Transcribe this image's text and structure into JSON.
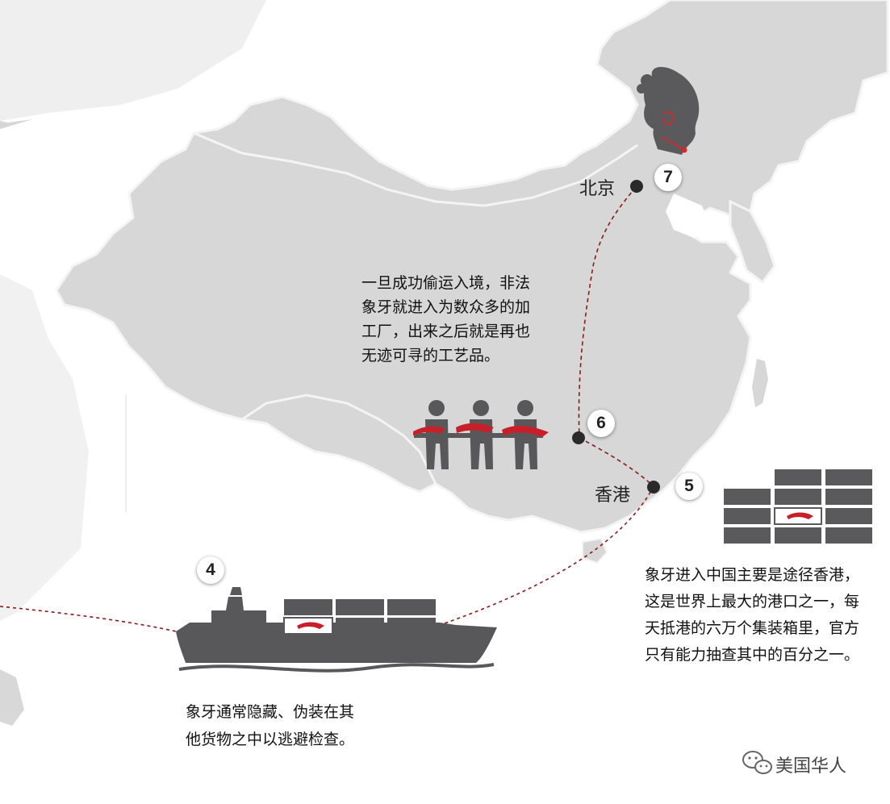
{
  "cities": {
    "beijing": "北京",
    "hongkong": "香港"
  },
  "badges": {
    "s4": "4",
    "s5": "5",
    "s6": "6",
    "s7": "7"
  },
  "captions": {
    "processing": [
      "一旦成功偷运入境，非法",
      "象牙就进入为数众多的加",
      "工厂，出来之后就是再也",
      "无迹可寻的工艺品。"
    ],
    "hongkong": [
      "象牙进入中国主要是途径香港，",
      "这是世界上最大的港口之一，每",
      "天抵港的六万个集装箱里，官方",
      "只有能力抽查其中的百分之一。"
    ],
    "ship": [
      "象牙通常隐藏、伪装在其",
      "他货物之中以逃避检查。"
    ]
  },
  "watermark": "美国华人",
  "colors": {
    "land": "#d7d7d8",
    "land_edge": "#f2f2f2",
    "water": "#ffffff",
    "dark": "#58585a",
    "route": "#8b1a1a",
    "accent": "#c8202a"
  }
}
